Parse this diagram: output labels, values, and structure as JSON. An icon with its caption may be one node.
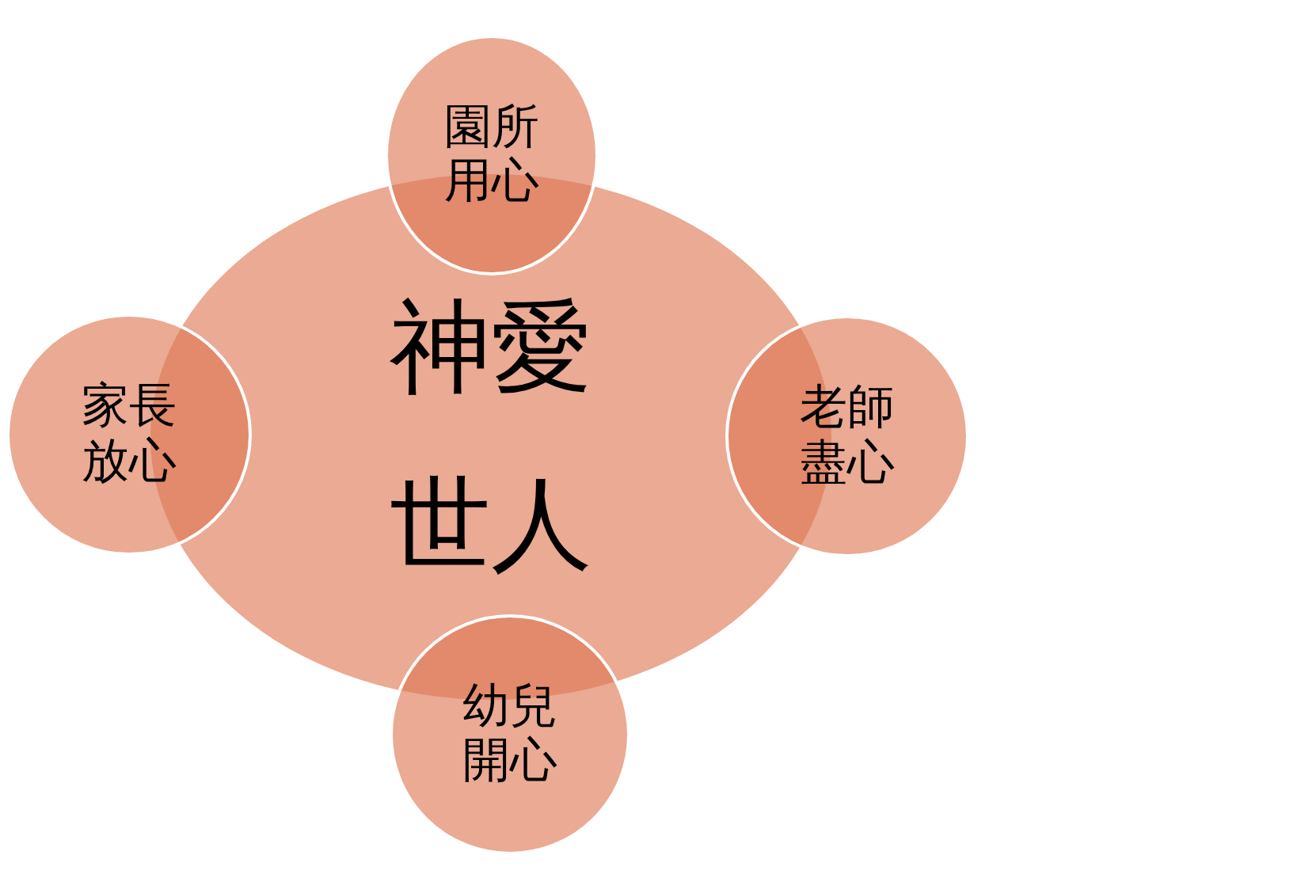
{
  "diagram": {
    "nodes": [
      {
        "text": [
          "園所用心"
        ]
      },
      {
        "text": [
          "家長放心"
        ]
      },
      {
        "text": [
          "神愛世人"
        ]
      },
      {
        "text": [
          "老師盡心"
        ]
      },
      {
        "text": [
          "幼兒開心"
        ]
      }
    ]
  }
}
